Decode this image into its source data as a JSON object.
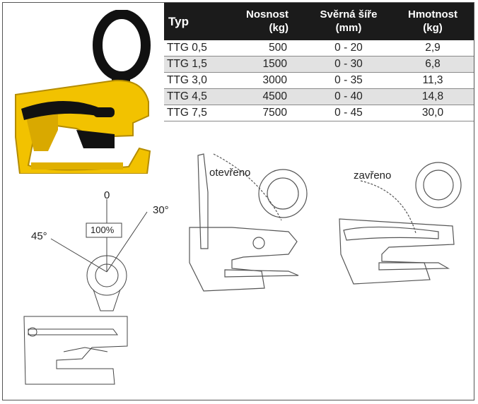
{
  "table": {
    "headers": {
      "typ": "Typ",
      "nosnost": "Nosnost",
      "nosnost_unit": "(kg)",
      "sevra": "Svěrná šíře",
      "sevra_unit": "(mm)",
      "hmotnost": "Hmotnost",
      "hmotnost_unit": "(kg)"
    },
    "rows": [
      {
        "typ": "TTG 0,5",
        "nosnost": "500",
        "sevra": "0 - 20",
        "hmotnost": "2,9"
      },
      {
        "typ": "TTG 1,5",
        "nosnost": "1500",
        "sevra": "0 - 30",
        "hmotnost": "6,8"
      },
      {
        "typ": "TTG 3,0",
        "nosnost": "3000",
        "sevra": "0 - 35",
        "hmotnost": "11,3"
      },
      {
        "typ": "TTG 4,5",
        "nosnost": "4500",
        "sevra": "0 - 40",
        "hmotnost": "14,8"
      },
      {
        "typ": "TTG 7,5",
        "nosnost": "7500",
        "sevra": "0 - 45",
        "hmotnost": "30,0"
      }
    ]
  },
  "angle_diagram": {
    "label_0": "0",
    "label_30": "30°",
    "label_45": "45°",
    "load_percent": "100%"
  },
  "open_label": "otevřeno",
  "closed_label": "zavřeno",
  "colors": {
    "clamp_yellow": "#f2c200",
    "header_black": "#1b1b1b",
    "row_stripe": "#e2e2e2"
  }
}
